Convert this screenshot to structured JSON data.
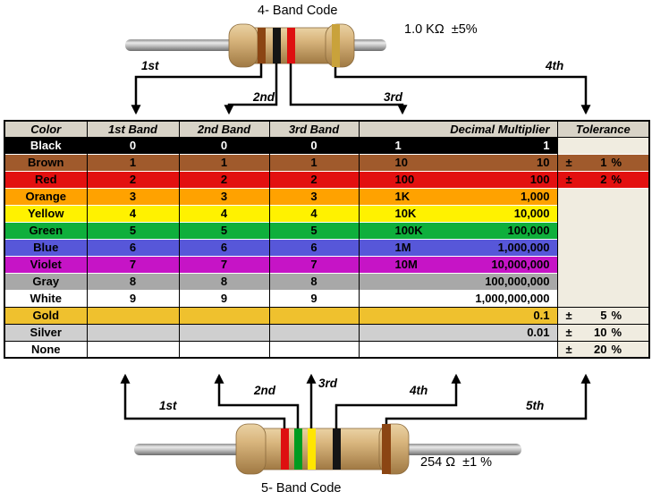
{
  "page": {
    "background": "#ffffff"
  },
  "top_resistor": {
    "title": "4- Band Code",
    "value_label": "1.0 KΩ  ±5%",
    "band_labels": [
      "1st",
      "2nd",
      "3rd",
      "4th"
    ],
    "bands": [
      {
        "name": "brown",
        "hex": "#8B4513"
      },
      {
        "name": "black",
        "hex": "#151515"
      },
      {
        "name": "red",
        "hex": "#DE1010"
      },
      {
        "name": "gold",
        "hex": "#C9A23B"
      }
    ]
  },
  "bottom_resistor": {
    "title": "5- Band Code",
    "value_label": "254 Ω  ±1 %",
    "band_labels": [
      "1st",
      "2nd",
      "3rd",
      "4th",
      "5th"
    ],
    "bands": [
      {
        "name": "red",
        "hex": "#DE1010"
      },
      {
        "name": "green",
        "hex": "#009B20"
      },
      {
        "name": "yellow",
        "hex": "#FFE600"
      },
      {
        "name": "black",
        "hex": "#151515"
      },
      {
        "name": "brown",
        "hex": "#8B4513"
      }
    ]
  },
  "table": {
    "headers": [
      "Color",
      "1st Band",
      "2nd Band",
      "3rd Band",
      "Decimal Multiplier",
      "Tolerance"
    ],
    "header_bg": "#D8D3C7",
    "tolerance_bg": "#F0ECE0",
    "rows": [
      {
        "name": "Black",
        "bg": "#000000",
        "fg": "#FFFFFF",
        "b1": "0",
        "b2": "0",
        "b3": "0",
        "mult_short": "1",
        "mult_full": "1"
      },
      {
        "name": "Brown",
        "bg": "#A05A2C",
        "b1": "1",
        "b2": "1",
        "b3": "1",
        "mult_short": "10",
        "mult_full": "10",
        "tol_sign": "±",
        "tol_num": "1",
        "tol_pct": "%"
      },
      {
        "name": "Red",
        "bg": "#E31010",
        "b1": "2",
        "b2": "2",
        "b3": "2",
        "mult_short": "100",
        "mult_full": "100",
        "tol_sign": "±",
        "tol_num": "2",
        "tol_pct": "%"
      },
      {
        "name": "Orange",
        "bg": "#FFA200",
        "b1": "3",
        "b2": "3",
        "b3": "3",
        "mult_short": "1K",
        "mult_full": "1,000"
      },
      {
        "name": "Yellow",
        "bg": "#FFF200",
        "b1": "4",
        "b2": "4",
        "b3": "4",
        "mult_short": "10K",
        "mult_full": "10,000"
      },
      {
        "name": "Green",
        "bg": "#0FAF3C",
        "b1": "5",
        "b2": "5",
        "b3": "5",
        "mult_short": "100K",
        "mult_full": "100,000"
      },
      {
        "name": "Blue",
        "bg": "#5757D9",
        "b1": "6",
        "b2": "6",
        "b3": "6",
        "mult_short": "1M",
        "mult_full": "1,000,000"
      },
      {
        "name": "Violet",
        "bg": "#C614C6",
        "b1": "7",
        "b2": "7",
        "b3": "7",
        "mult_short": "10M",
        "mult_full": "10,000,000"
      },
      {
        "name": "Gray",
        "bg": "#A8A8A8",
        "b1": "8",
        "b2": "8",
        "b3": "8",
        "mult_short": "",
        "mult_full": "100,000,000"
      },
      {
        "name": "White",
        "bg": "#FFFFFF",
        "b1": "9",
        "b2": "9",
        "b3": "9",
        "mult_short": "",
        "mult_full": "1,000,000,000"
      },
      {
        "name": "Gold",
        "bg": "#EFC12E",
        "b1": "",
        "b2": "",
        "b3": "",
        "mult_short": "",
        "mult_full": "0.1",
        "tol_sign": "±",
        "tol_num": "5",
        "tol_pct": "%"
      },
      {
        "name": "Silver",
        "bg": "#CFCFCF",
        "b1": "",
        "b2": "",
        "b3": "",
        "mult_short": "",
        "mult_full": "0.01",
        "tol_sign": "±",
        "tol_num": "10",
        "tol_pct": "%"
      },
      {
        "name": "None",
        "bg": "#FFFFFF",
        "b1": "",
        "b2": "",
        "b3": "",
        "mult_short": "",
        "mult_full": "",
        "tol_sign": "±",
        "tol_num": "20",
        "tol_pct": "%"
      }
    ]
  }
}
